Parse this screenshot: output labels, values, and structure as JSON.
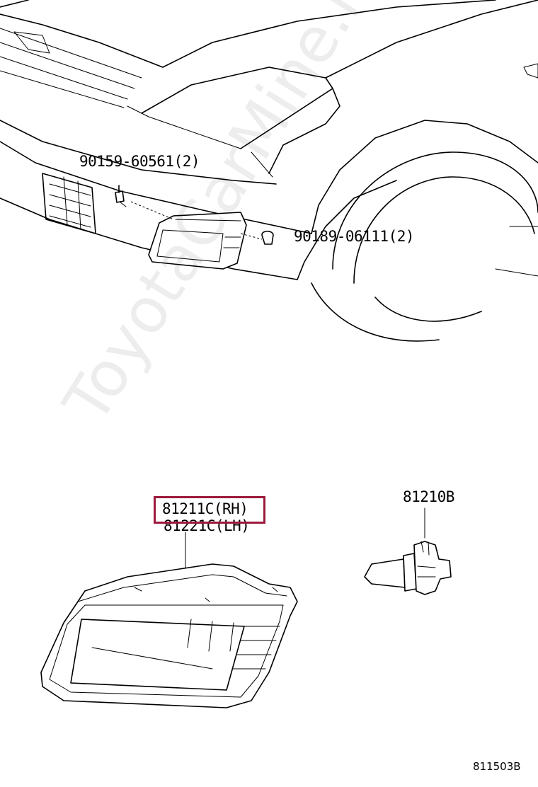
{
  "labels": {
    "bolt": "90159-60561(2)",
    "clip": "90189-06111(2)",
    "lamp_rh": "81211C(RH)",
    "lamp_lh": "81221C(LH)",
    "bulb": "81210B",
    "ref": "811503B"
  },
  "watermark": "ToyotaCarMine.ru",
  "colors": {
    "highlight": "#9c1a3c",
    "line": "#000000",
    "background": "#ffffff"
  }
}
